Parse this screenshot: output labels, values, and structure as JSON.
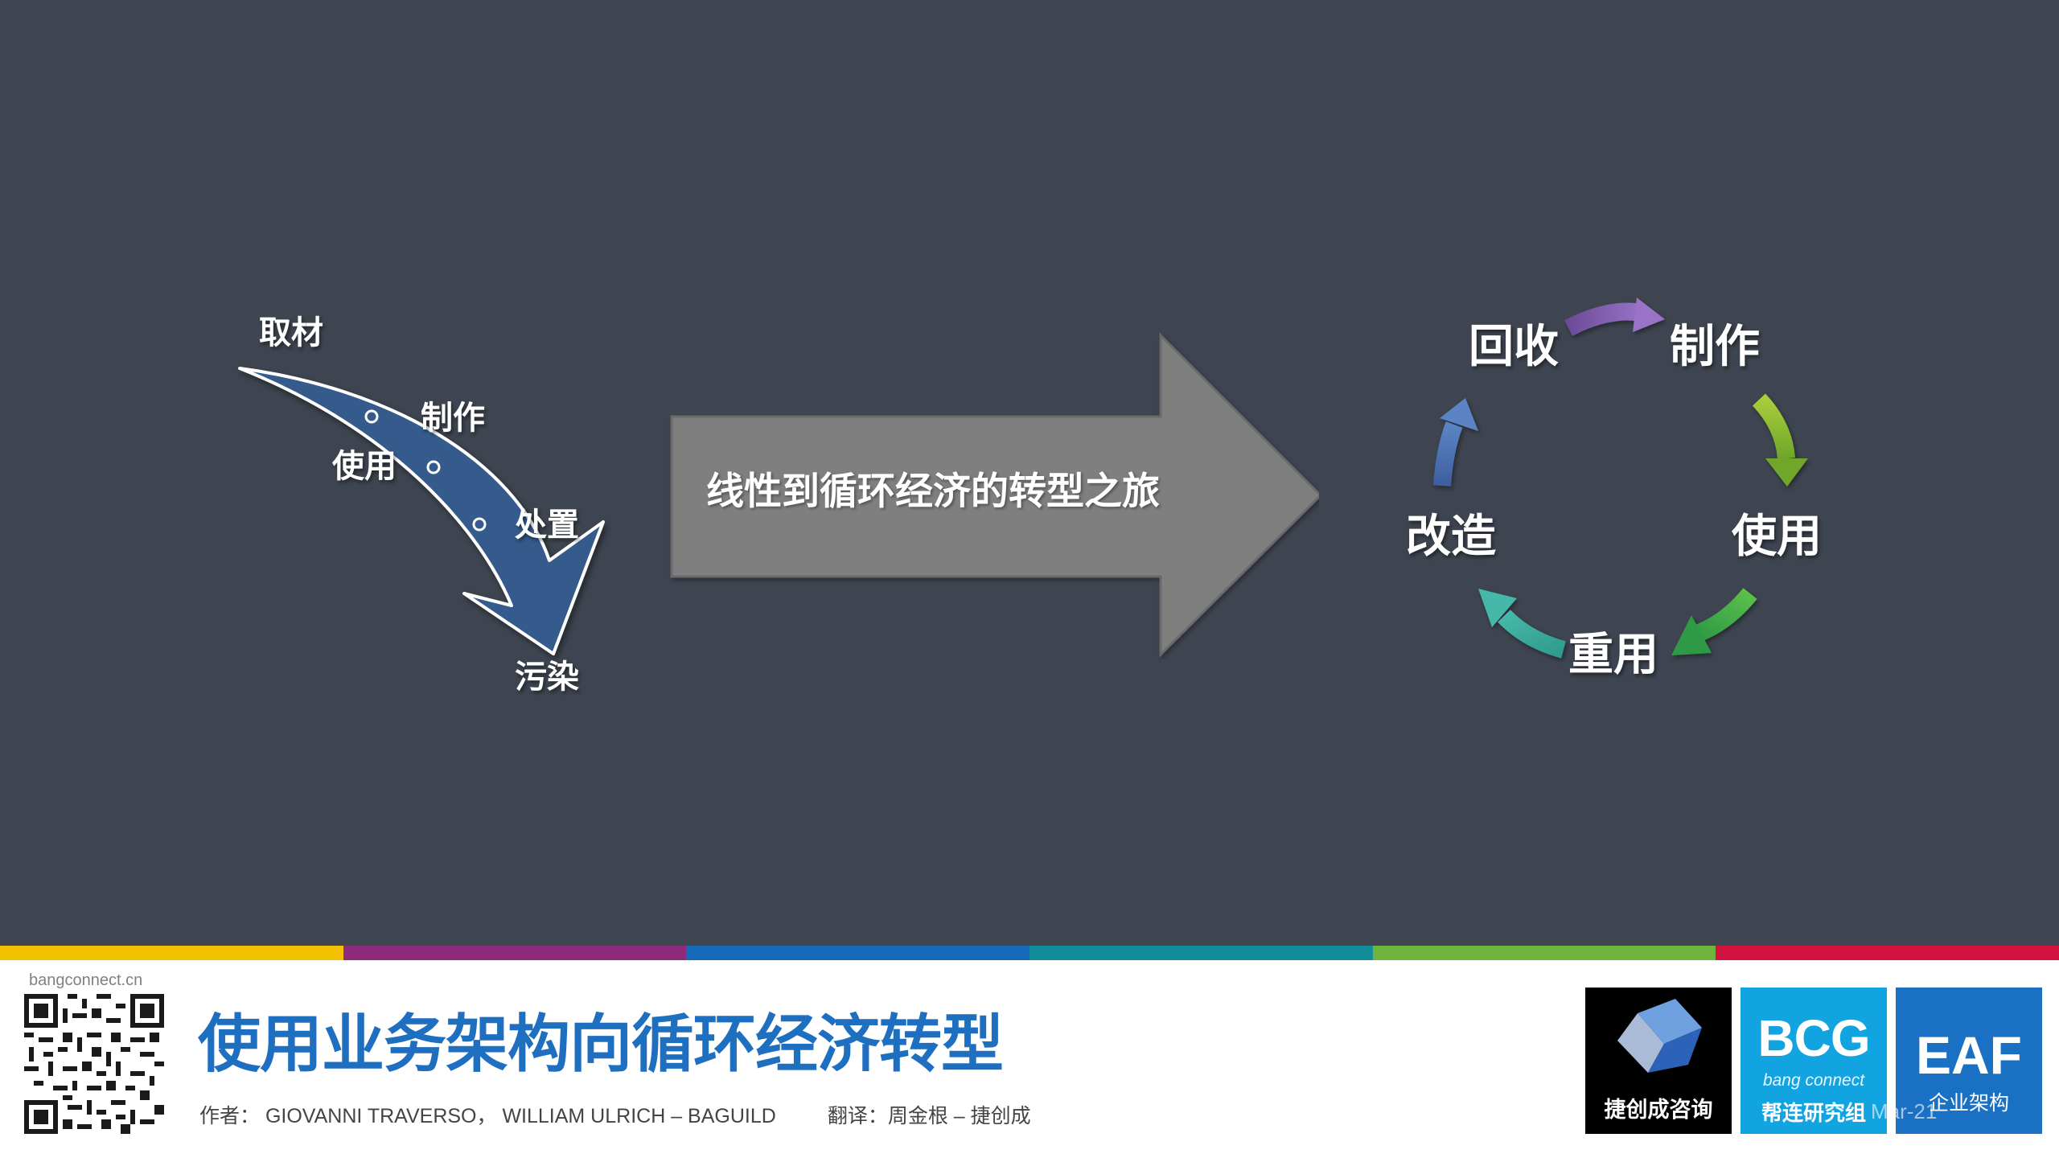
{
  "linear": {
    "labels": [
      "取材",
      "制作",
      "使用",
      "处置",
      "污染"
    ]
  },
  "transition": {
    "label": "线性到循环经济的转型之旅"
  },
  "cycle": {
    "labels": [
      "回收",
      "制作",
      "使用",
      "重用",
      "改造"
    ]
  },
  "footer": {
    "site": "bangconnect.cn",
    "title": "使用业务架构向循环经济转型",
    "authors": "作者： GIOVANNI TRAVERSO， WILLIAM ULRICH – BAGUILD",
    "translator": "翻译：周金根 – 捷创成",
    "date": "Mar-21",
    "logos": {
      "jcc": "捷创成咨询",
      "bcg": "BCG",
      "bcg_sub": "bang connect",
      "bcg_cn": "帮连研究组",
      "eaf": "EAF",
      "eaf_cn": "企业架构"
    }
  },
  "colors": {
    "background": "#3e4550",
    "linear_arrow": "#365a8c",
    "big_arrow": "#7f7f7f",
    "title_blue": "#1f6fc0",
    "stripe": [
      "#f2c200",
      "#8e2a7c",
      "#1668b8",
      "#128e9a",
      "#6fb43f",
      "#d3123f"
    ],
    "cycle_arrows": [
      "#7e5ba8",
      "#8dbf2e",
      "#3aa748",
      "#2fa39a",
      "#4a6fb0"
    ]
  }
}
